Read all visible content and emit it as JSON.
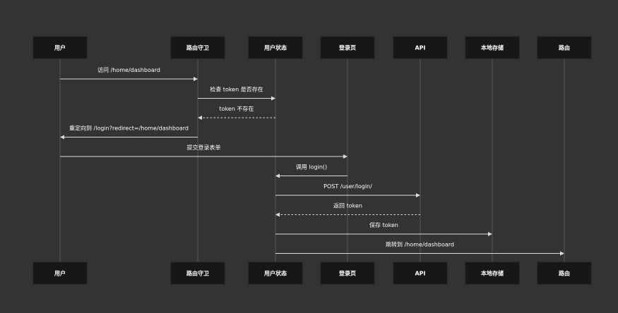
{
  "actors": [
    {
      "id": "user",
      "label": "用户"
    },
    {
      "id": "guard",
      "label": "路由守卫"
    },
    {
      "id": "state",
      "label": "用户状态"
    },
    {
      "id": "login_page",
      "label": "登录页"
    },
    {
      "id": "api",
      "label": "API"
    },
    {
      "id": "storage",
      "label": "本地存储"
    },
    {
      "id": "router",
      "label": "路由"
    }
  ],
  "messages": [
    {
      "from": "user",
      "to": "guard",
      "label": "访问 /home/dashboard",
      "style": "solid"
    },
    {
      "from": "guard",
      "to": "state",
      "label": "检查 token 是否存在",
      "style": "solid"
    },
    {
      "from": "state",
      "to": "guard",
      "label": "token 不存在",
      "style": "dashed"
    },
    {
      "from": "guard",
      "to": "user",
      "label": "重定向到 /login?redirect=/home/dashboard",
      "style": "solid"
    },
    {
      "from": "user",
      "to": "login_page",
      "label": "提交登录表单",
      "style": "solid"
    },
    {
      "from": "login_page",
      "to": "state",
      "label": "调用 login()",
      "style": "solid"
    },
    {
      "from": "state",
      "to": "api",
      "label": "POST /user/login/",
      "style": "solid"
    },
    {
      "from": "api",
      "to": "state",
      "label": "返回 token",
      "style": "dashed"
    },
    {
      "from": "state",
      "to": "storage",
      "label": "保存 token",
      "style": "solid"
    },
    {
      "from": "state",
      "to": "router",
      "label": "跳转到 /home/dashboard",
      "style": "solid"
    }
  ]
}
